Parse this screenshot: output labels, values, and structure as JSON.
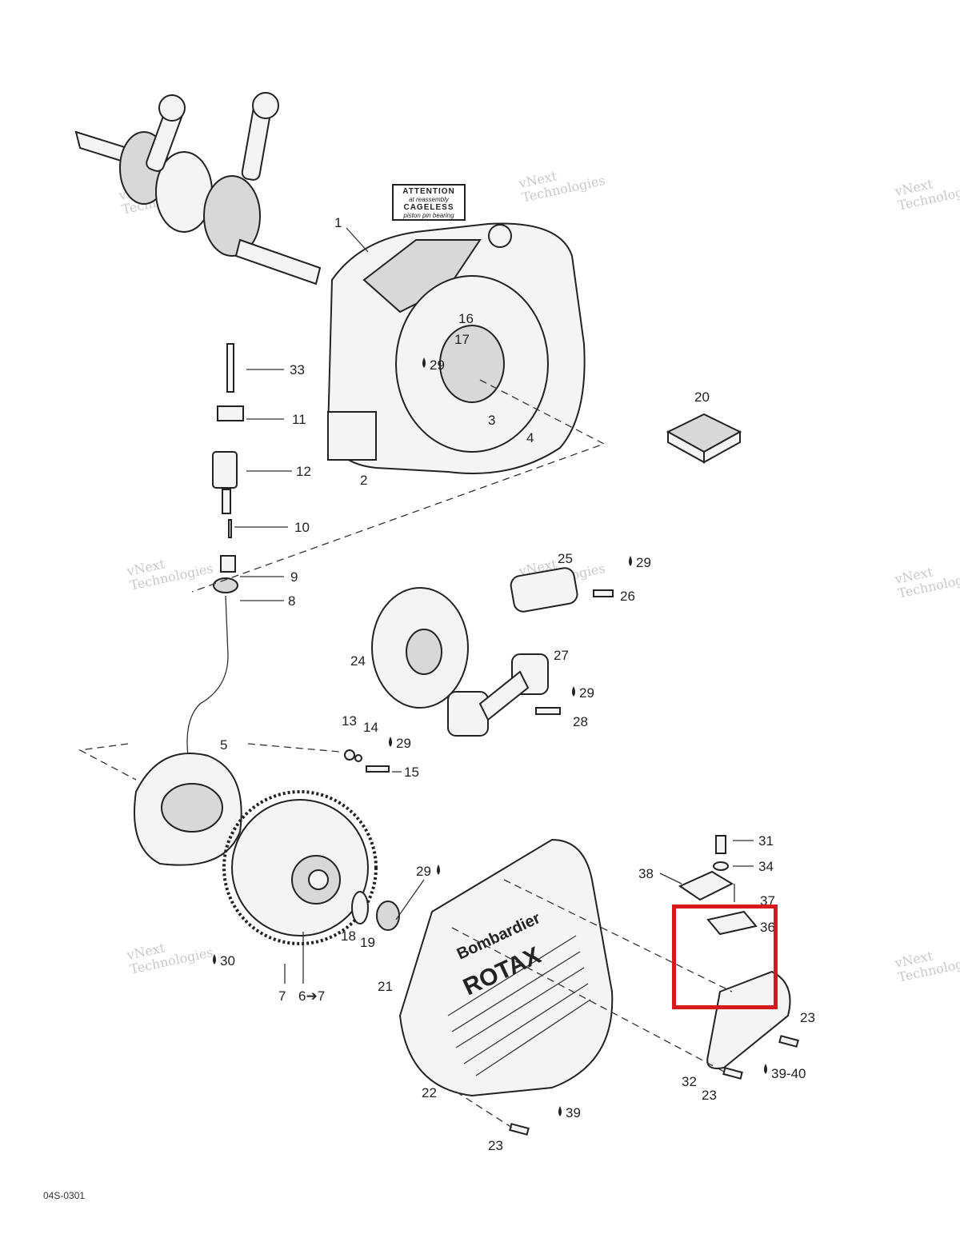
{
  "attention_label": {
    "line1": "ATTENTION",
    "line2": "at reassembly",
    "line3": "CAGELESS",
    "line4": "piston pin bearing"
  },
  "cover_brand": [
    "Bombardier",
    "ROTAX"
  ],
  "callouts": [
    {
      "id": "c1",
      "text": "1"
    },
    {
      "id": "c2",
      "text": "2"
    },
    {
      "id": "c3",
      "text": "3"
    },
    {
      "id": "c4",
      "text": "4"
    },
    {
      "id": "c16",
      "text": "16"
    },
    {
      "id": "c17",
      "text": "17"
    },
    {
      "id": "c29a",
      "text": "29"
    },
    {
      "id": "c33",
      "text": "33"
    },
    {
      "id": "c11",
      "text": "11"
    },
    {
      "id": "c12",
      "text": "12"
    },
    {
      "id": "c10",
      "text": "10"
    },
    {
      "id": "c9",
      "text": "9"
    },
    {
      "id": "c8",
      "text": "8"
    },
    {
      "id": "c20",
      "text": "20"
    },
    {
      "id": "c25",
      "text": "25"
    },
    {
      "id": "c29b",
      "text": "29"
    },
    {
      "id": "c26",
      "text": "26"
    },
    {
      "id": "c24",
      "text": "24"
    },
    {
      "id": "c27",
      "text": "27"
    },
    {
      "id": "c29c",
      "text": "29"
    },
    {
      "id": "c28",
      "text": "28"
    },
    {
      "id": "c5",
      "text": "5"
    },
    {
      "id": "c13",
      "text": "13"
    },
    {
      "id": "c14",
      "text": "14"
    },
    {
      "id": "c29d",
      "text": "29"
    },
    {
      "id": "c15",
      "text": "15"
    },
    {
      "id": "c31",
      "text": "31"
    },
    {
      "id": "c34",
      "text": "34"
    },
    {
      "id": "c38",
      "text": "38"
    },
    {
      "id": "c37",
      "text": "37"
    },
    {
      "id": "c36",
      "text": "36"
    },
    {
      "id": "c29e",
      "text": "29"
    },
    {
      "id": "c18",
      "text": "18"
    },
    {
      "id": "c19",
      "text": "19"
    },
    {
      "id": "c21",
      "text": "21"
    },
    {
      "id": "c7",
      "text": "7"
    },
    {
      "id": "c6",
      "text": "6➔7"
    },
    {
      "id": "c30",
      "text": "30"
    },
    {
      "id": "c23a",
      "text": "23"
    },
    {
      "id": "c32",
      "text": "32"
    },
    {
      "id": "c23b",
      "text": "23"
    },
    {
      "id": "c3940",
      "text": "39-40"
    },
    {
      "id": "c22",
      "text": "22"
    },
    {
      "id": "c39",
      "text": "39"
    },
    {
      "id": "c23c",
      "text": "23"
    }
  ],
  "watermark": [
    "vNext",
    "Technologies"
  ],
  "figure_code": "04S-0301",
  "highlight_color": "#d7191c"
}
